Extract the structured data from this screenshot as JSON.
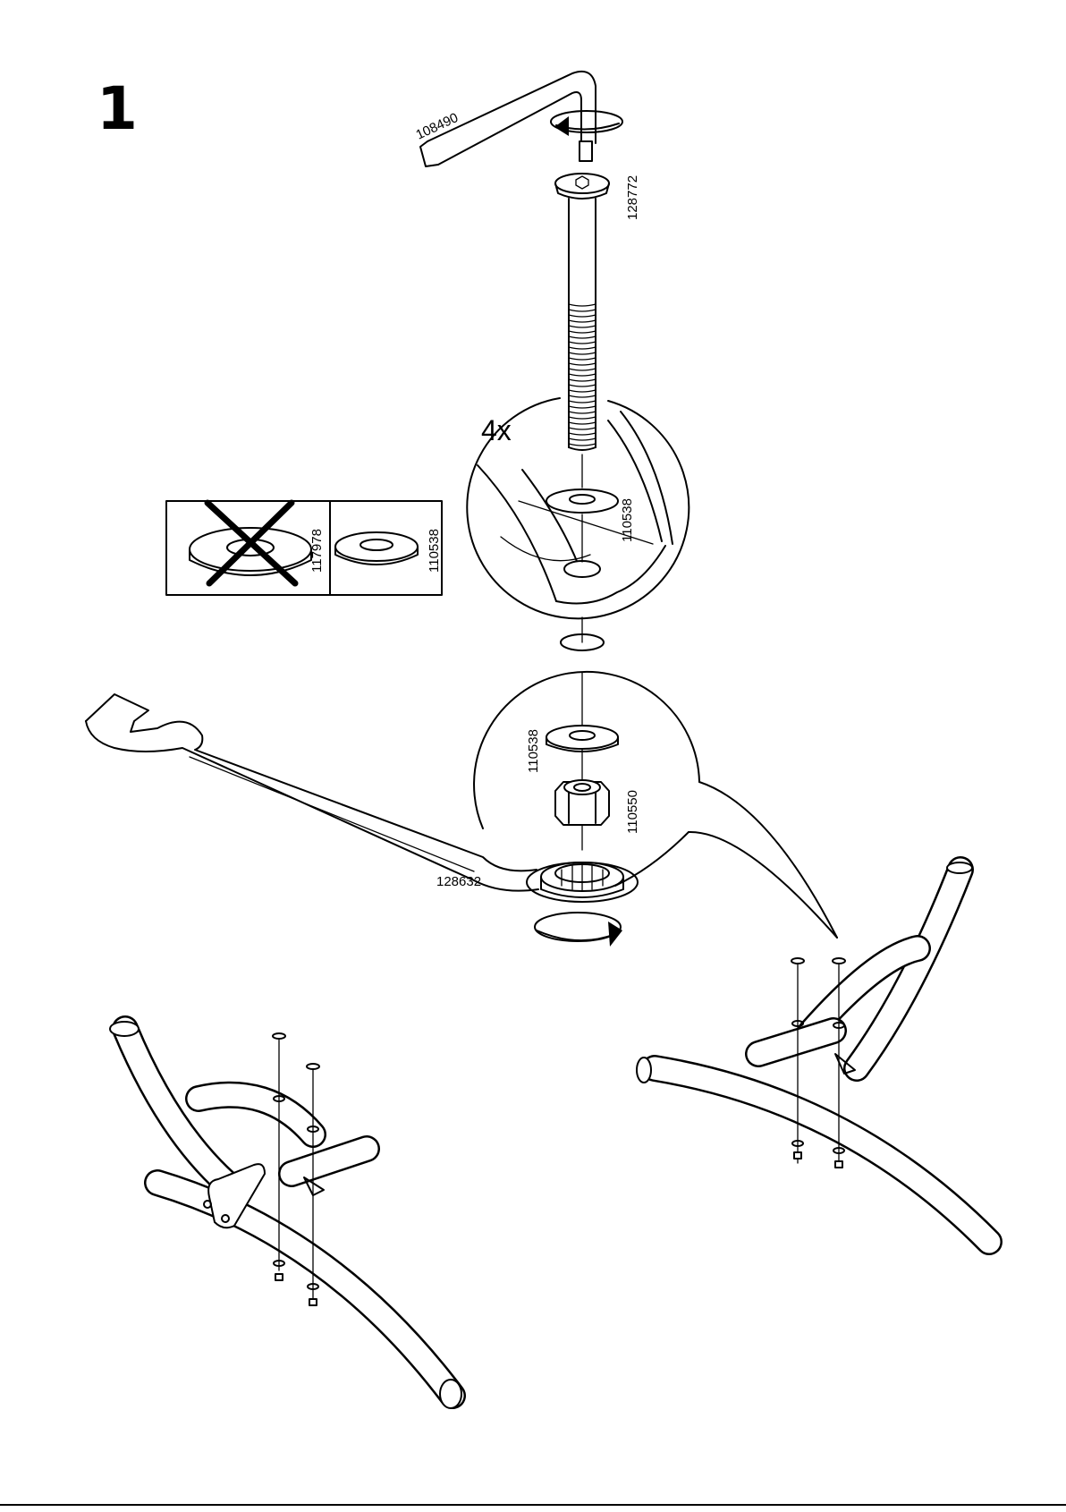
{
  "step_number": "1",
  "quantity_label": "4x",
  "parts": {
    "allen_key": "108490",
    "bolt": "128772",
    "washer": "110538",
    "wrong_washer": "117978",
    "nut": "110550",
    "wrench": "128632"
  },
  "comparison_box": {
    "wrong_part": "117978",
    "correct_part": "110538"
  },
  "icons": [
    "allen-key",
    "bolt",
    "washer",
    "nut",
    "wrench",
    "rotate-arrow",
    "cross-mark"
  ]
}
